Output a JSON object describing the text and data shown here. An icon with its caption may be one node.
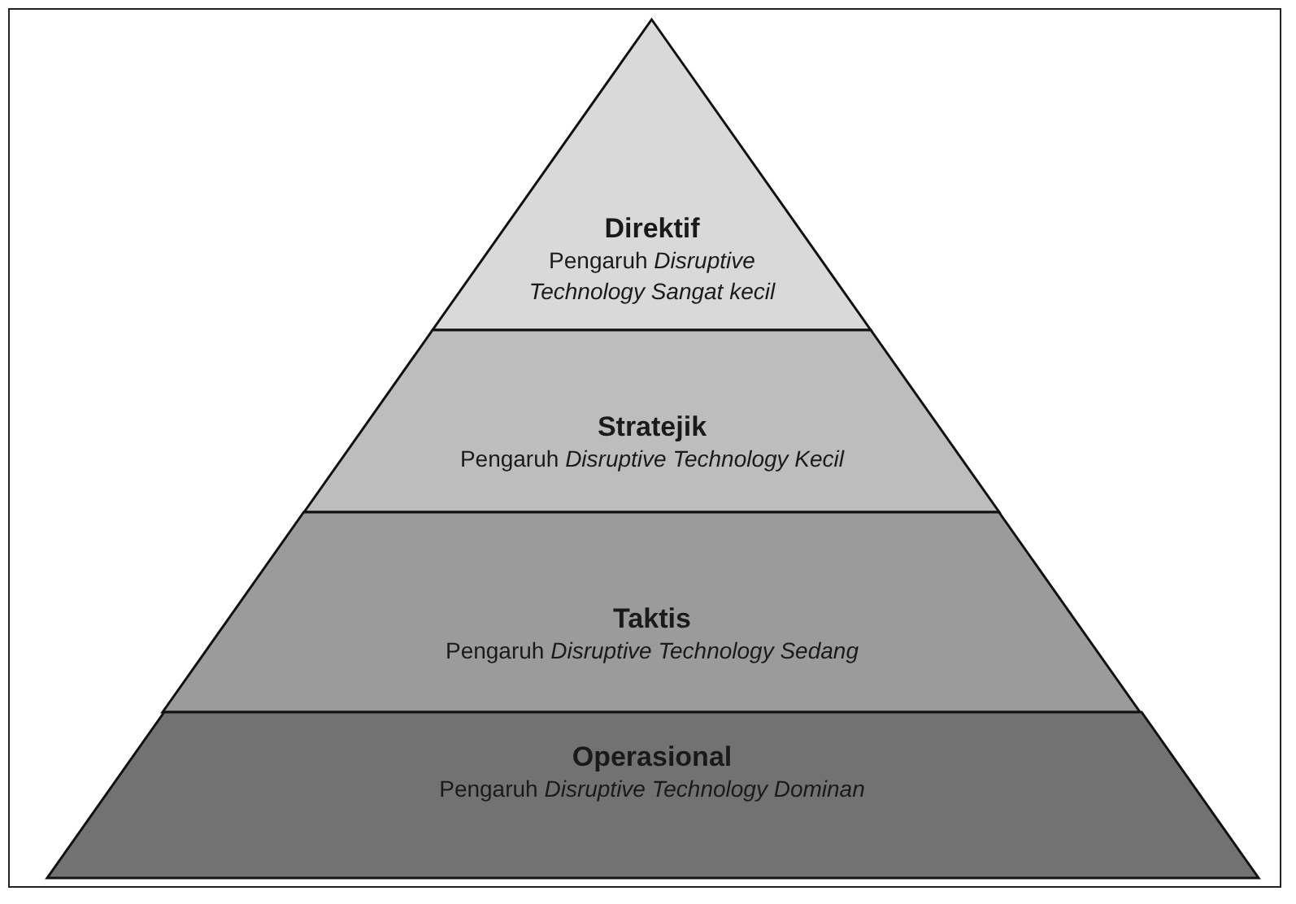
{
  "diagram": {
    "nodes": [
      {
        "text": [
          "Direktif",
          "Pengaruh *Disruptive Technology Sangat kecil*"
        ]
      },
      {
        "text": [
          "Stratejik",
          "Pengaruh *Disruptive Technology Kecil*"
        ]
      },
      {
        "text": [
          "Taktis",
          "Pengaruh *Disruptive Technology Sedang*"
        ]
      },
      {
        "text": [
          "Operasional",
          "Pengaruh *Disruptive Technology Dominan*"
        ]
      }
    ],
    "edges": []
  }
}
